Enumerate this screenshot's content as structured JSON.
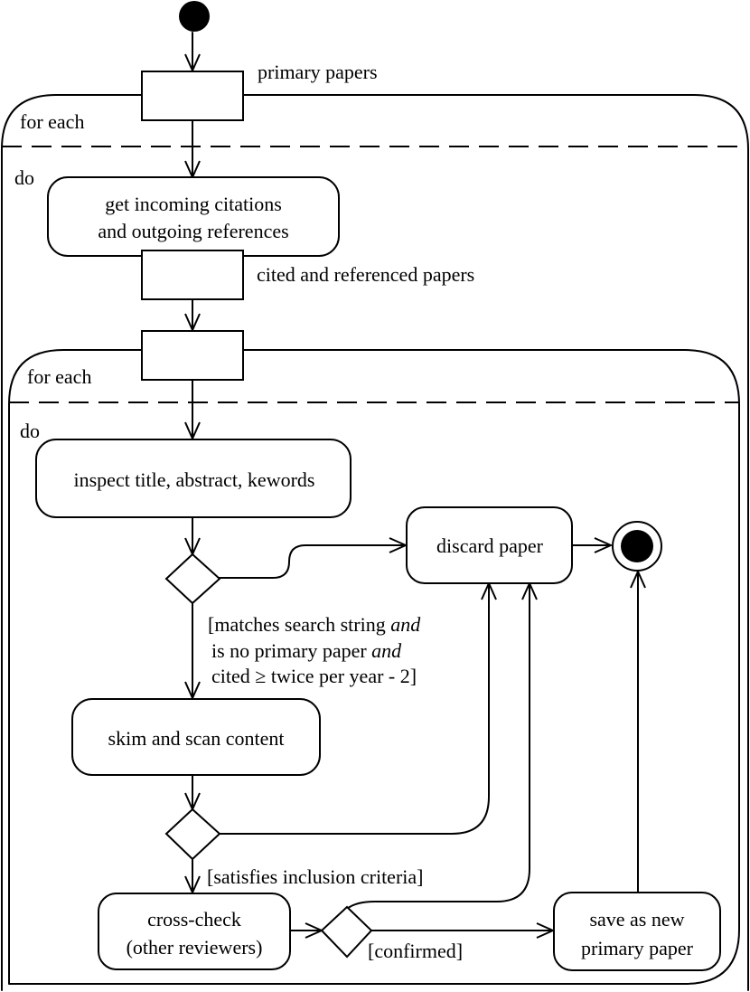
{
  "outer_region": {
    "keyword": "for each",
    "do_label": "do",
    "input_pin_label": "primary papers"
  },
  "get_references": {
    "line1": "get incoming citations",
    "line2": "and outgoing references",
    "output_pin_label": "cited and referenced papers"
  },
  "inner_region": {
    "keyword": "for each",
    "do_label": "do"
  },
  "inspect": {
    "label": "inspect title, abstract, kewords"
  },
  "discard": {
    "label": "discard paper"
  },
  "guard_match": {
    "line1_a": "[matches search string ",
    "line1_b": "and",
    "line2_a": "is no primary paper ",
    "line2_b": "and",
    "line3": "cited ≥ twice per year - 2]"
  },
  "skim": {
    "label": "skim and scan content"
  },
  "guard_inclusion": {
    "label": "[satisfies inclusion criteria]"
  },
  "crosscheck": {
    "line1": "cross-check",
    "line2": "(other reviewers)"
  },
  "guard_confirmed": {
    "label": "[confirmed]"
  },
  "save": {
    "line1": "save as new",
    "line2": "primary paper"
  }
}
